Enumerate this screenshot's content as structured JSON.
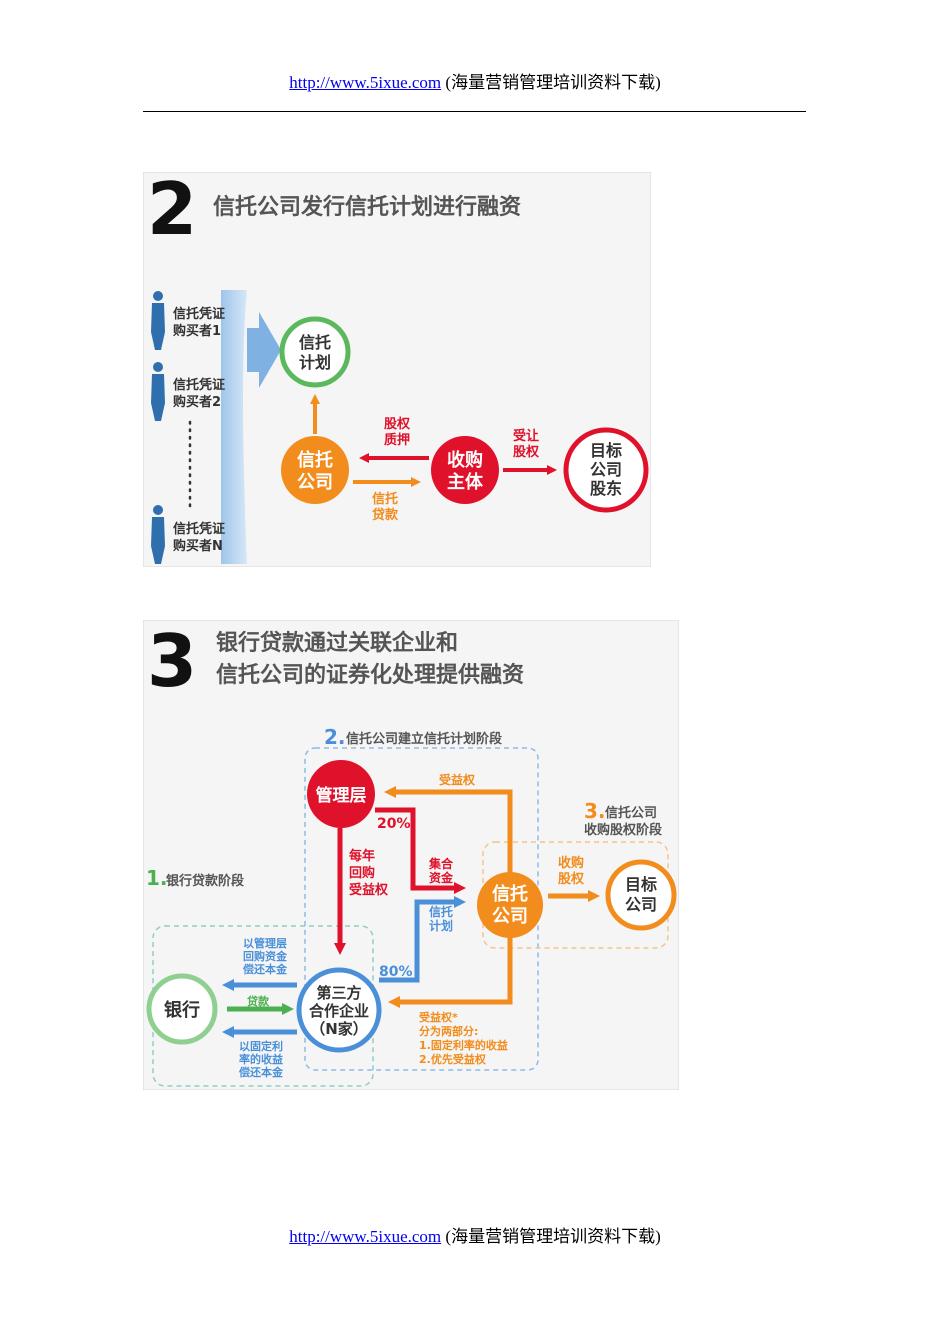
{
  "header": {
    "url": "http://www.5ixue.com",
    "caption": "(海量营销管理培训资料下载)"
  },
  "footer": {
    "url": "http://www.5ixue.com",
    "caption": "(海量营销管理培训资料下载)"
  },
  "fig2": {
    "number": "2",
    "title": "信托公司发行信托计划进行融资",
    "buyers": [
      [
        "信托凭证",
        "购买者1"
      ],
      [
        "信托凭证",
        "购买者2"
      ],
      [
        "信托凭证",
        "购买者N"
      ]
    ],
    "plan": [
      "信托",
      "计划"
    ],
    "trust_co": [
      "信托",
      "公司"
    ],
    "acquirer": [
      "收购",
      "主体"
    ],
    "target": [
      "目标",
      "公司",
      "股东"
    ],
    "pledge": [
      "股权",
      "质押"
    ],
    "loan": [
      "信托",
      "贷款"
    ],
    "transfer": [
      "受让",
      "股权"
    ],
    "colors": {
      "green": "#5cb85c",
      "orange": "#f28c1c",
      "red": "#e0112a",
      "blue": "#5b9bd5"
    }
  },
  "fig3": {
    "number": "3",
    "title": [
      "银行贷款通过关联企业和",
      "信托公司的证券化处理提供融资"
    ],
    "stage2_num": "2.",
    "stage2_text": "信托公司建立信托计划阶段",
    "stage1_num": "1.",
    "stage1_text": "银行贷款阶段",
    "stage3_num": "3.",
    "stage3_text": [
      "信托公司",
      "收购股权阶段"
    ],
    "mgmt": "管理层",
    "beneficial": "受益权",
    "pct20": "20%",
    "pct80": "80%",
    "annual": [
      "每年",
      "回购",
      "受益权"
    ],
    "collect": [
      "集合",
      "资金"
    ],
    "plan": [
      "信托",
      "计划"
    ],
    "trust_co": [
      "信托",
      "公司"
    ],
    "acquire": [
      "收购",
      "股权"
    ],
    "target": [
      "目标",
      "公司"
    ],
    "repay_mgmt": [
      "以管理层",
      "回购资金",
      "偿还本金"
    ],
    "loan": "贷款",
    "repay_fixed": [
      "以固定利",
      "率的收益",
      "偿还本金"
    ],
    "bank": "银行",
    "third": [
      "第三方",
      "合作企业",
      "（N家）"
    ],
    "benefit_note": [
      "受益权*",
      "分为两部分:",
      "1.固定利率的收益",
      "2.优先受益权"
    ]
  }
}
